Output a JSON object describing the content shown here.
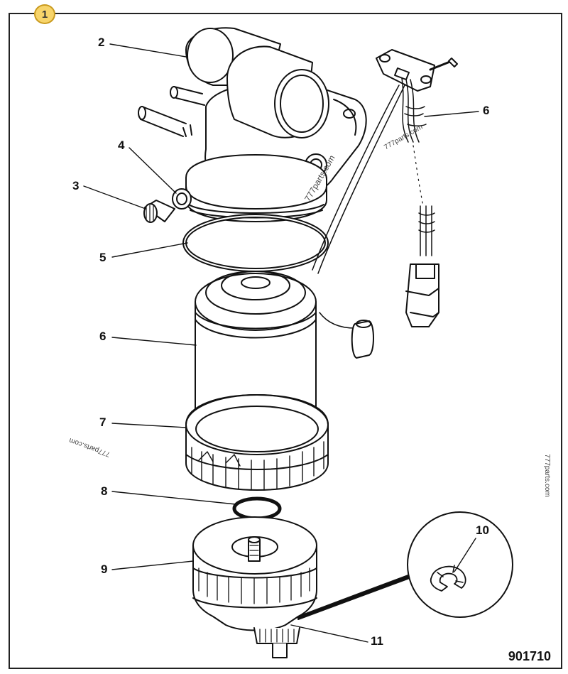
{
  "figure": {
    "index_badge": "1",
    "drawing_number": "901710"
  },
  "callouts": [
    {
      "id": "c2",
      "label": "2"
    },
    {
      "id": "c4",
      "label": "4"
    },
    {
      "id": "c3",
      "label": "3"
    },
    {
      "id": "c5",
      "label": "5"
    },
    {
      "id": "c6a",
      "label": "6"
    },
    {
      "id": "c6b",
      "label": "6"
    },
    {
      "id": "c7",
      "label": "7"
    },
    {
      "id": "c8",
      "label": "8"
    },
    {
      "id": "c9",
      "label": "9"
    },
    {
      "id": "c10",
      "label": "10"
    },
    {
      "id": "c11",
      "label": "11"
    }
  ],
  "watermarks": {
    "w1": "777parts.com",
    "w2": "777parts.com",
    "w3": "777parts.com",
    "w4": "777parts.com"
  },
  "colors": {
    "ink": "#111111",
    "badge_fill": "#f7d46a",
    "badge_border": "#c99a1e"
  }
}
